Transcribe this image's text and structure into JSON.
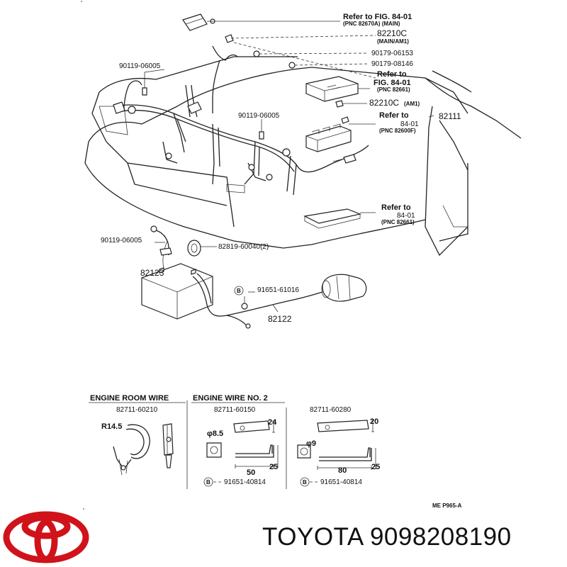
{
  "diagram": {
    "callouts": {
      "refer_main_1": "Refer to FIG. 84-01",
      "refer_main_2": "(PNC 82670A) (MAIN)",
      "p82210c_a": "82210C",
      "p82210c_a_sub": "(MAIN/AM1)",
      "p90179_06153": "90179-06153",
      "p90179_08146": "90179-08146",
      "refer_b_1": "Refer to",
      "refer_b_2": "FIG. 84-01",
      "refer_b_3": "(PNC 82661)",
      "p82210c_b": "82210C",
      "p82210c_b_sub": "(AM1)",
      "refer_c_1": "Refer to",
      "refer_c_2": "84-01",
      "refer_c_3": "(PNC 82600F)",
      "p82111": "82111",
      "p90119_a": "90119-06005",
      "p90119_b": "90119-06005",
      "refer_d_1": "Refer to",
      "refer_d_2": "84-01",
      "refer_d_3": "(PNC 82661)",
      "p90119_c": "90119-06005",
      "p82819": "82819-60040(2)",
      "p82123": "82123",
      "p91651_61016": "91651-61016",
      "p82122": "82122",
      "circled_b": "B"
    },
    "bottom": {
      "engine_room_wire": "ENGINE ROOM WIRE",
      "engine_wire_no2": "ENGINE WIRE NO. 2",
      "part_a": "82711-60210",
      "part_b": "82711-60150",
      "part_c": "82711-60280",
      "radius": "R14.5",
      "dia_b": "φ8.5",
      "dim_24": "24",
      "dim_25a": "25",
      "dim_50": "50",
      "dia_c": "φ9",
      "dim_20": "20",
      "dim_25b": "25",
      "dim_80": "80",
      "bolt_b": "91651-40814",
      "bolt_c": "91651-40814",
      "sheet_code": "ME  P965-A"
    }
  },
  "footer": {
    "brand_part": "TOYOTA 9098208190",
    "brand_color": "#d0121b"
  }
}
